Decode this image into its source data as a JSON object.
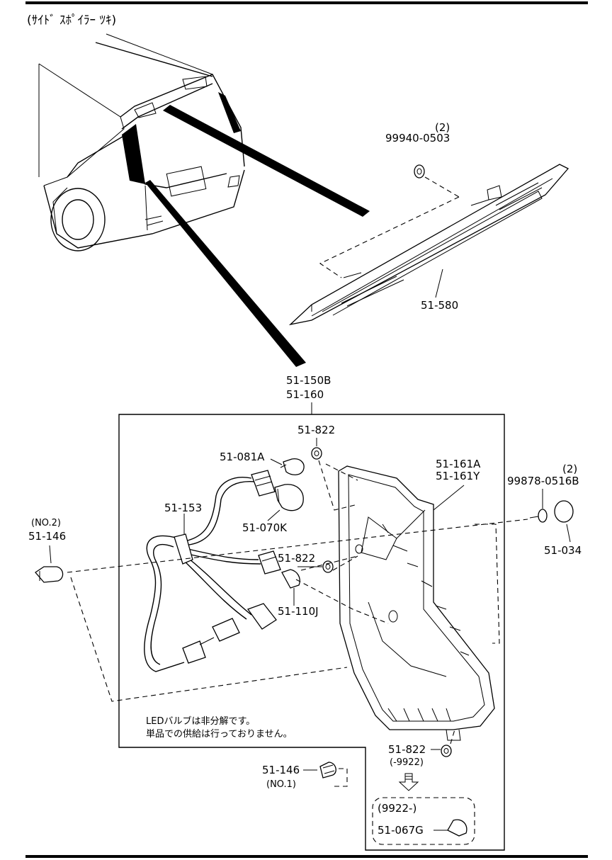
{
  "header": {
    "title": "(ｻｲﾄﾞ ｽﾎﾟｲﾗｰ ﾂｷ)"
  },
  "labels": {
    "p_99940_qty": "(2)",
    "p_99940": "99940-0503",
    "p_51_580": "51-580",
    "p_51_150b": "51-150B",
    "p_51_160": "51-160",
    "p_51_822_top": "51-822",
    "p_51_081a": "51-081A",
    "p_51_153": "51-153",
    "p_51_070k": "51-070K",
    "p_51_822_mid": "51-822",
    "p_51_110j": "51-110J",
    "p_51_161a": "51-161A",
    "p_51_161y": "51-161Y",
    "p_99878_qty": "(2)",
    "p_99878": "99878-0516B",
    "p_51_034": "51-034",
    "p_51_146_no2_tag": "(NO.2)",
    "p_51_146_no2": "51-146",
    "p_51_822_bot": "51-822",
    "p_51_822_bot_range": "(-9922)",
    "p_51_146_no1": "51-146",
    "p_51_146_no1_tag": "(NO.1)",
    "p_inset_range": "(9922-)",
    "p_51_067g": "51-067G"
  },
  "note": {
    "line1": "LEDバルブは非分解です。",
    "line2": "単品での供給は行っておりません。"
  }
}
